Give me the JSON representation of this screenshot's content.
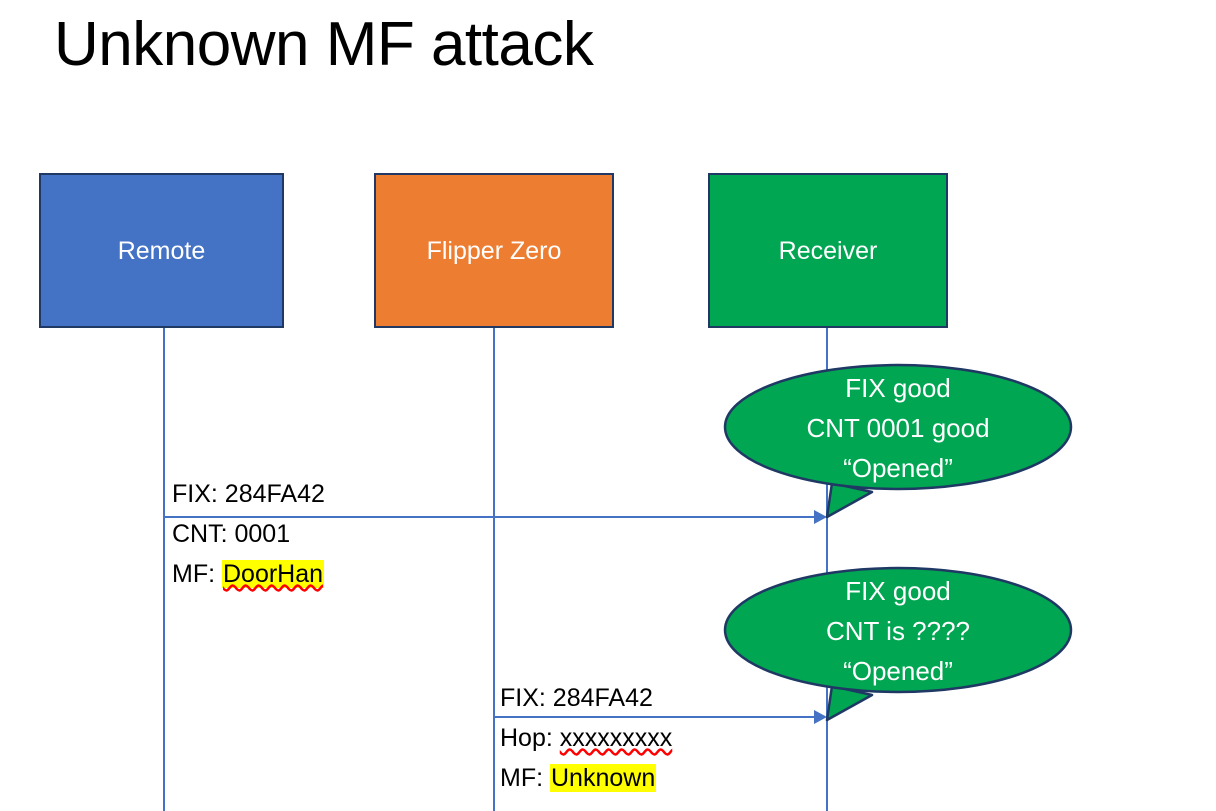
{
  "slide": {
    "title": "Unknown MF attack",
    "background": "#ffffff"
  },
  "colors": {
    "remote": "#4472C4",
    "flipper": "#ED7D31",
    "receiver": "#00A651",
    "box_border": "#1F3864",
    "lifeline": "#4472C4",
    "arrow": "#4472C4",
    "highlight": "#FFFF00",
    "spellcheck_underline": "#FF0000",
    "bubble_fill": "#00A651",
    "bubble_border": "#1F3864",
    "text": "#000000",
    "box_label_text": "#FFFFFF"
  },
  "actors": [
    {
      "id": "remote",
      "label": "Remote"
    },
    {
      "id": "flipper",
      "label": "Flipper Zero"
    },
    {
      "id": "receiver",
      "label": "Receiver"
    }
  ],
  "messages": [
    {
      "id": "remote-to-receiver",
      "from": "remote",
      "to": "receiver",
      "lines": [
        {
          "prefix": "FIX: ",
          "value": "284FA42",
          "highlight": false,
          "spellcheck": false
        },
        {
          "prefix": "CNT: ",
          "value": "0001",
          "highlight": false,
          "spellcheck": false
        },
        {
          "prefix": "MF: ",
          "value": "DoorHan",
          "highlight": true,
          "spellcheck": true
        }
      ]
    },
    {
      "id": "flipper-to-receiver",
      "from": "flipper",
      "to": "receiver",
      "lines": [
        {
          "prefix": "FIX: ",
          "value": "284FA42",
          "highlight": false,
          "spellcheck": false
        },
        {
          "prefix": "Hop: ",
          "value": "xxxxxxxxx",
          "highlight": false,
          "spellcheck": true
        },
        {
          "prefix": "MF: ",
          "value": "Unknown",
          "highlight": true,
          "spellcheck": false
        }
      ]
    }
  ],
  "bubbles": [
    {
      "id": "receiver-response-1",
      "lines": [
        "FIX good",
        "CNT 0001 good",
        "“Opened”"
      ]
    },
    {
      "id": "receiver-response-2",
      "lines": [
        "FIX good",
        "CNT is ????",
        "“Opened”"
      ]
    }
  ]
}
